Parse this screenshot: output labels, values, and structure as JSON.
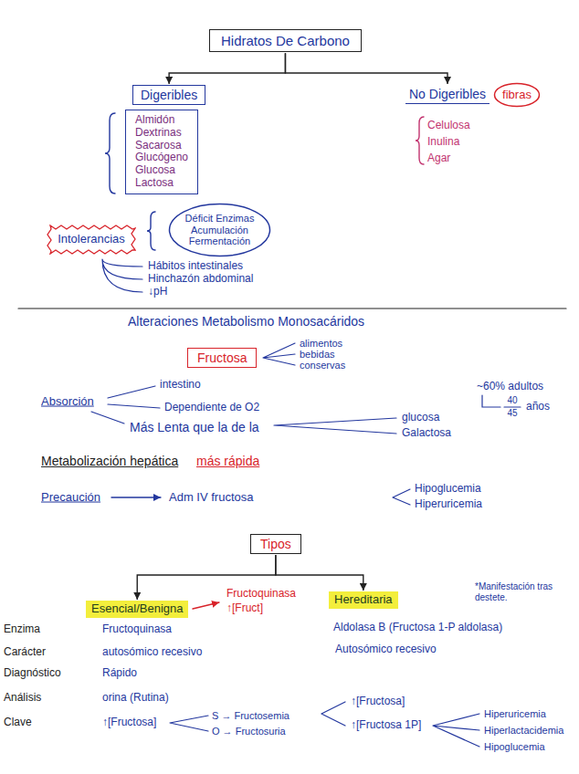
{
  "diagram": {
    "nodes": [
      {
        "text": [
          "Hidratos De Carbono"
        ]
      },
      {
        "text": [
          "Digeribles"
        ]
      },
      {
        "text": [
          "No Digeribles"
        ]
      },
      {
        "text": [
          "fibras"
        ]
      },
      {
        "text": [
          "Almidón",
          "Dextrinas",
          "Sacarosa",
          "Glucógeno",
          "Glucosa",
          "Lactosa"
        ]
      },
      {
        "text": [
          "Intolerancias"
        ]
      },
      {
        "text": [
          "Déficit Enzimas",
          "Acumulación",
          "Fermentación"
        ]
      },
      {
        "text": [
          "Fructosa"
        ]
      },
      {
        "text": [
          "Tipos"
        ]
      },
      {
        "text": [
          "Esencial/Benigna"
        ]
      },
      {
        "text": [
          "Hereditaria"
        ]
      }
    ],
    "edges": [
      {
        "from": 0,
        "to": 1,
        "arrow": "to"
      },
      {
        "from": 0,
        "to": 2,
        "arrow": "to"
      },
      {
        "from": 8,
        "to": 9,
        "arrow": "to"
      },
      {
        "from": 8,
        "to": 10,
        "arrow": "to"
      }
    ],
    "labels": [
      "Celulosa",
      "Inulina",
      "Agar",
      "Hábitos intestinales",
      "Hinchazón abdominal",
      "↓pH",
      "Alteraciones Metabolismo Monosacáridos",
      "alimentos",
      "bebidas",
      "conservas",
      "Absorción",
      "intestino",
      "Dependiente de O2",
      "Más Lenta que la de la",
      "glucosa",
      "Galactosa",
      "~60% adultos",
      "40",
      "45",
      "años",
      "Metabolización hepática",
      "más rápida",
      "Precaución",
      "Adm IV fructosa",
      "Hipoglucemia",
      "Hiperuricemia",
      "Fructoquinasa",
      "↑[Fruct]",
      "*Manifestación tras destete.",
      "Enzima",
      "Carácter",
      "Diagnóstico",
      "Análisis",
      "Clave",
      "Fructoquinasa",
      "autosómico recesivo",
      "Rápido",
      "orina (Rutina)",
      "↑[Fructosa]",
      "S → Fructosemia",
      "O → Fructosuria",
      "Aldolasa B (Fructosa 1-P aldolasa)",
      "Autosómico recesivo",
      "↑[Fructosa]",
      "↑[Fructosa 1P]",
      "Hiperuricemia",
      "Hiperlactacidemia",
      "Hipoglucemia"
    ]
  }
}
